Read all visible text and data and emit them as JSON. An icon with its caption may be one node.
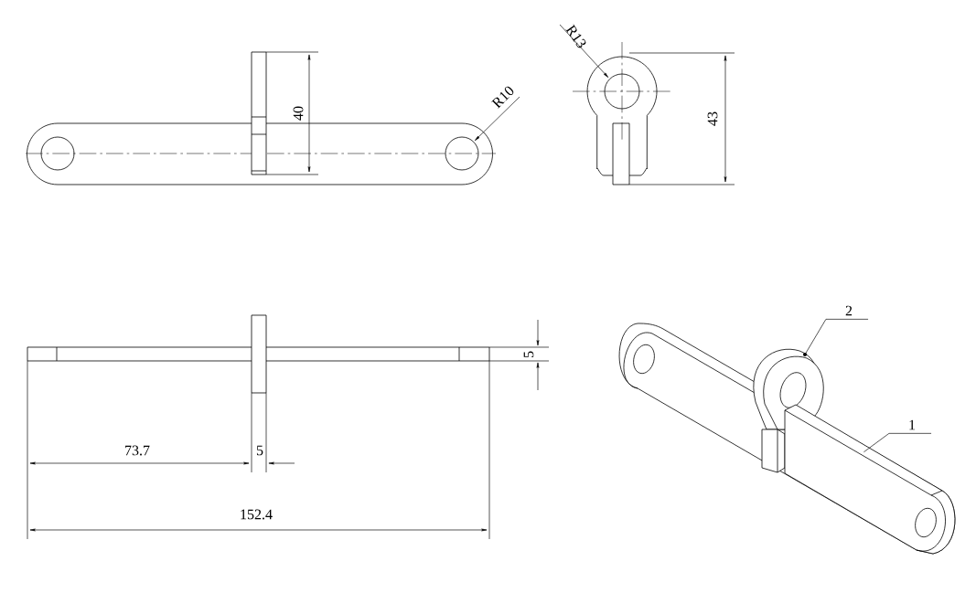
{
  "diagram": {
    "nodes": [
      {
        "text": [
          "2"
        ]
      },
      {
        "text": [
          "1"
        ]
      },
      {
        "text": [],
        "shape": "picture"
      },
      {
        "text": [],
        "shape": "picture"
      }
    ],
    "edges": [
      {
        "from": 0,
        "to": 2,
        "arrow": "none"
      },
      {
        "from": 1,
        "to": 3,
        "arrow": "none"
      }
    ],
    "labels": [
      "R13",
      "R10",
      "40",
      "43",
      "5",
      "73.7",
      "5",
      "152.4"
    ]
  }
}
